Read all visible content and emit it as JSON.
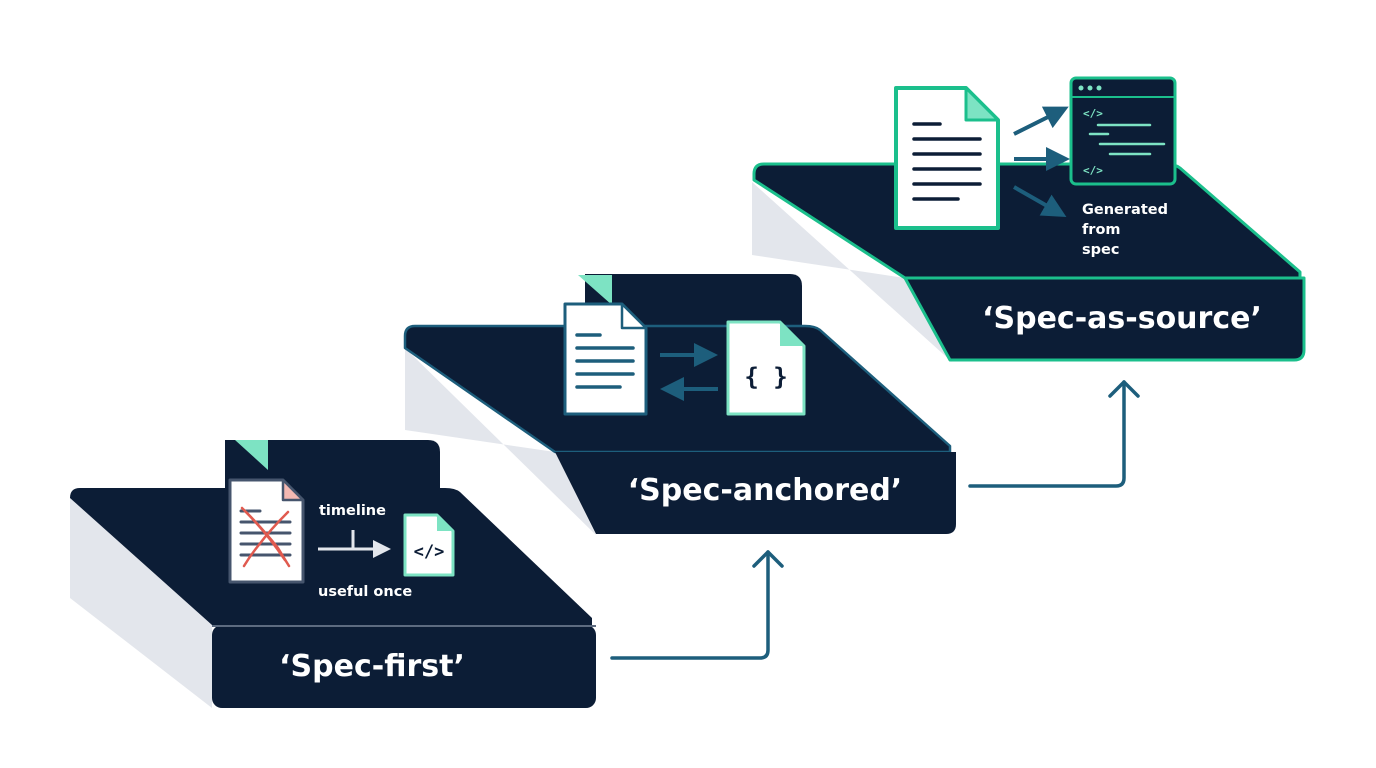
{
  "steps": [
    {
      "label": "‘Spec-first’",
      "timeline": "timeline",
      "useful": "useful once"
    },
    {
      "label": "‘Spec-anchored’"
    },
    {
      "label": "‘Spec-as-source’",
      "generated": [
        "Generated",
        "from",
        "spec"
      ]
    }
  ],
  "code_marks": {
    "tag": "</>",
    "braces": "{ }"
  },
  "colors": {
    "navy": "#0c1d36",
    "mint": "#7de3c3",
    "green": "#1bbf8c",
    "teal": "#1d5e7c",
    "gray_side": "#e3e6ec",
    "red": "#e05a4f"
  }
}
